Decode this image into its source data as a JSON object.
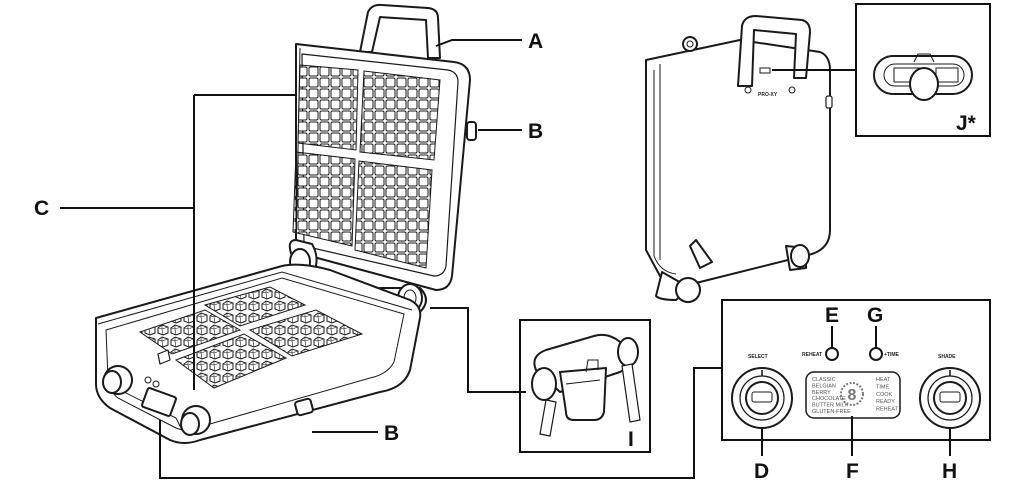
{
  "callouts": {
    "A": "A",
    "B_top": "B",
    "B_bottom": "B",
    "C": "C",
    "D": "D",
    "E": "E",
    "F": "F",
    "G": "G",
    "H": "H",
    "I": "I",
    "J": "J*"
  },
  "panel": {
    "select_label": "SELECT",
    "reheat_label": "REHEAT",
    "time_label": "+TIME",
    "shade_label": "SHADE",
    "display_digit": "8",
    "menu": [
      "CLASSIC",
      "BELGIAN",
      "BERRY",
      "CHOCOLATE",
      "BUTTER MILK",
      "GLUTEN-FREE"
    ],
    "status": [
      "HEAT",
      "TIME",
      "COOK",
      "READY",
      "REHEAT"
    ]
  },
  "brand_mark": "PRO-XY"
}
